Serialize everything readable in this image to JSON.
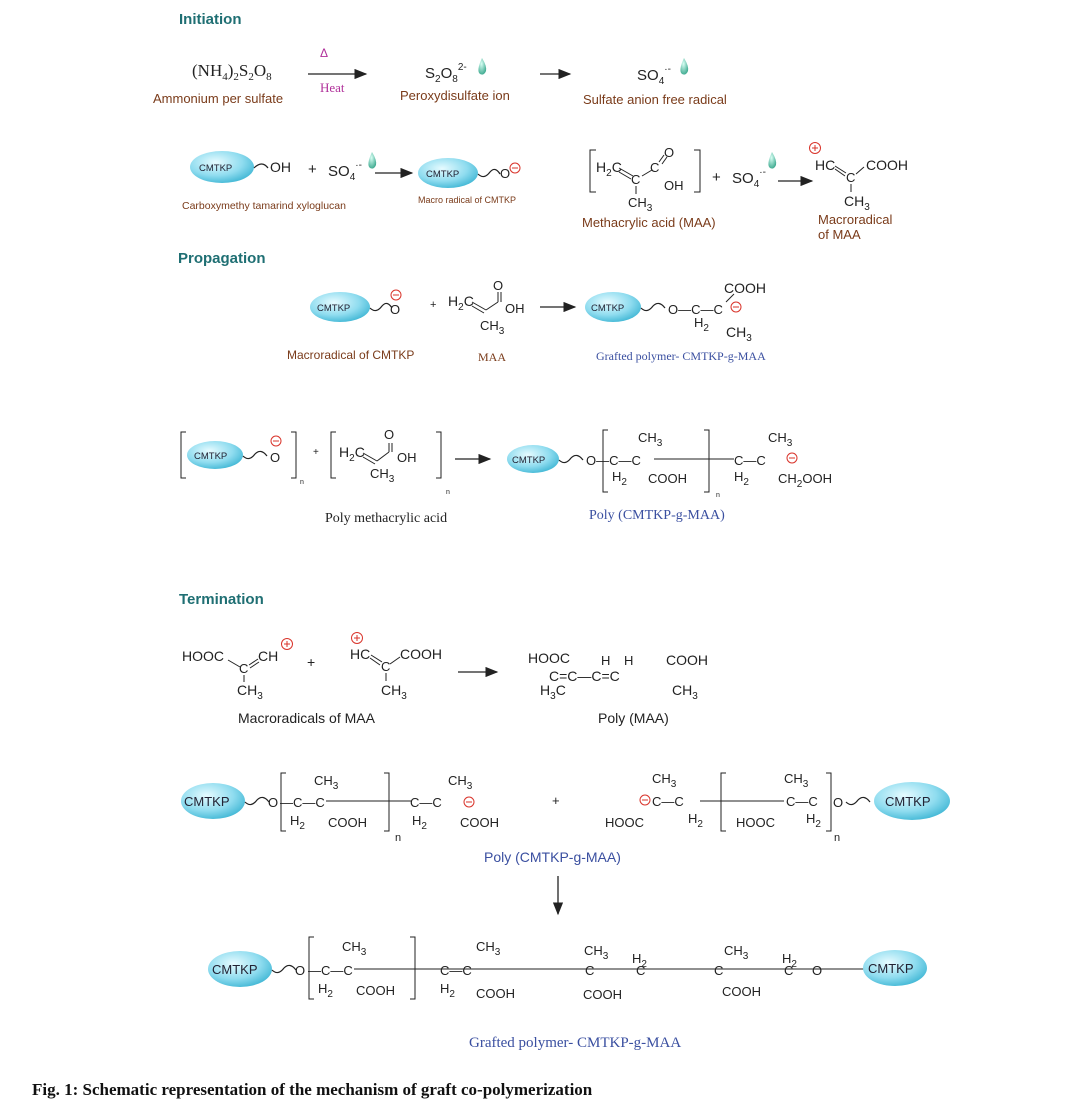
{
  "sections": {
    "initiation": "Initiation",
    "propagation": "Propagation",
    "termination": "Termination"
  },
  "initiation": {
    "aps_formula": "(NH4)2S2O8",
    "aps_name": "Ammonium per sulfate",
    "arrow_top": "Δ",
    "arrow_bottom": "Heat",
    "peroxy_formula": "S2O8 2-",
    "peroxy_name": "Peroxydisulfate ion",
    "sulfate_formula": "SO4 ·-",
    "sulfate_name": "Sulfate anion free radical",
    "cmtkp_label": "CMTKP",
    "oh": "OH",
    "plus": "+",
    "cmtkp_name": "Carboxymethy tamarind xyloglucan",
    "macro_radical_cmtkp": "Macro radical of CMTKP",
    "maa_name": "Methacrylic acid (MAA)",
    "macroradical_maa": "Macroradical of MAA"
  },
  "propagation": {
    "macroradical_cmtkp": "Macroradical of CMTKP",
    "maa": "MAA",
    "grafted": "Grafted polymer- CMTKP-g-MAA",
    "poly_maa": "Poly methacrylic acid",
    "poly_cmtkp_g_maa": "Poly (CMTKP-g-MAA)"
  },
  "termination": {
    "macroradicals_maa": "Macroradicals of MAA",
    "poly_maa": "Poly (MAA)",
    "poly_cmtkp_g_maa": "Poly (CMTKP-g-MAA)",
    "grafted": "Grafted polymer- CMTKP-g-MAA"
  },
  "caption": "Fig. 1: Schematic representation of the mechanism of graft co-polymerization",
  "colors": {
    "section_heading": "#1f6f73",
    "brown_label": "#7a3b1a",
    "blue_label": "#3a4fa0",
    "heat": "#b0309a",
    "charge": "#d9342b",
    "bubble": "#7fd3e8"
  }
}
